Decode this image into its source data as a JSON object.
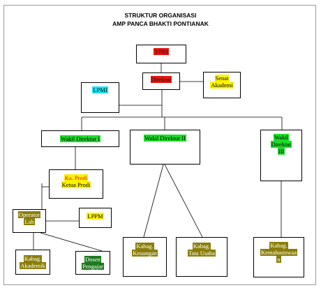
{
  "header": {
    "title_line1": "STRUKTUR ORGANISASI",
    "title_line2": "AMP PANCA BHAKTI PONTIANAK"
  },
  "nodes": {
    "yphi": "YPBI",
    "direktur": "Direktur",
    "senat_line1": "Senat",
    "senat_line2": "Akademi",
    "lpmi": "LPMI",
    "wadir1": "Wakil Direktur I",
    "wadir2": "Wakil Direktur II",
    "wadir3_line1": "Wakil",
    "wadir3_line2": "Direktur",
    "wadir3_line3": "III",
    "kaprodi": "Ka. Prodi",
    "ketua_prodi": "Ketua Prodi",
    "operator_line1": "Operator",
    "operator_line2": "Lab",
    "lppm": "LPPM",
    "akademik_line1": "Kabag.",
    "akademik_line2": "Akademik",
    "dosen_line1": "Dosen",
    "dosen_line2": "Pengajar",
    "keuangan_line1": "Kabag.",
    "keuangan_line2": "Keuangan",
    "tu_line1": "Kabag.",
    "tu_line2": "Tata Usaha",
    "kemhs_line1": "Kabag.",
    "kemhs_line2": "Kemahasiswaa",
    "kemhs_line3": "n"
  },
  "colors": {
    "red": "#e8140f",
    "yellow": "#fdf301",
    "cyan": "#19e6f5",
    "green": "#1ddc2a",
    "olive": "#8a7d09",
    "dark_green": "#1e7a1e"
  }
}
